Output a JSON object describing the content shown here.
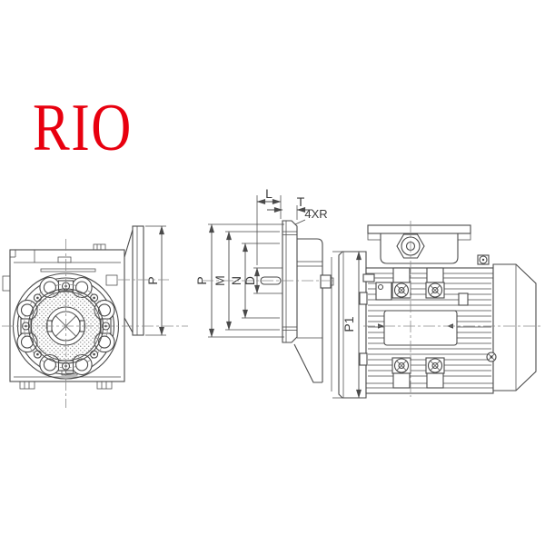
{
  "logo": {
    "text": "RIO",
    "color": "#e8000f"
  },
  "colors": {
    "line": "#4a4a4a",
    "centerline": "#8a8a8a",
    "background": "#ffffff"
  },
  "front_view": {
    "dims": {
      "P": "P"
    }
  },
  "side_view": {
    "dims": {
      "L": "L",
      "T": "T",
      "R": "4XR",
      "P": "P",
      "M": "M",
      "N": "N",
      "D": "D",
      "P1": "P1"
    }
  }
}
